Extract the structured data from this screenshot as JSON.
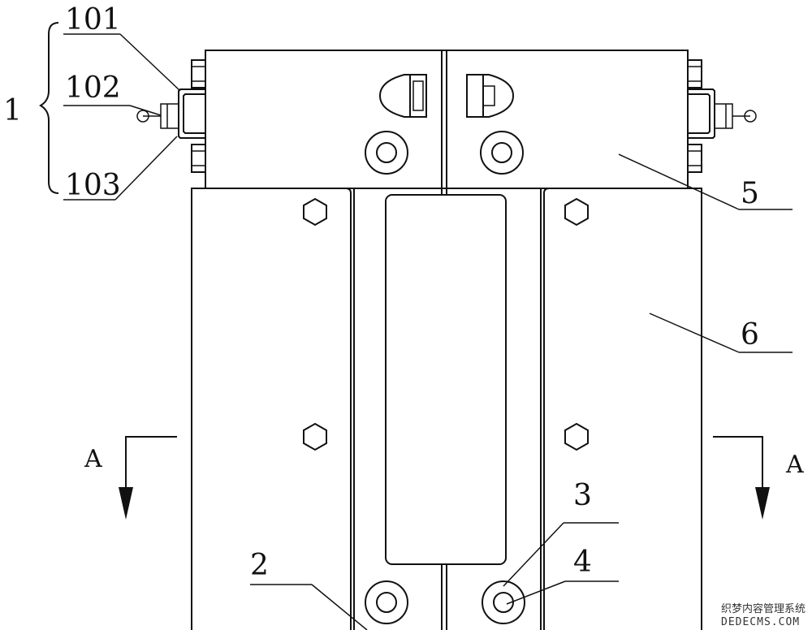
{
  "labels": {
    "part1": "1",
    "part101": "101",
    "part102": "102",
    "part103": "103",
    "part2": "2",
    "part3": "3",
    "part4": "4",
    "part5": "5",
    "part6": "6",
    "sectionLeft": "A",
    "sectionRight": "A"
  },
  "watermark": {
    "line1": "织梦内容管理系统",
    "line2": "DEDECMS.COM"
  }
}
